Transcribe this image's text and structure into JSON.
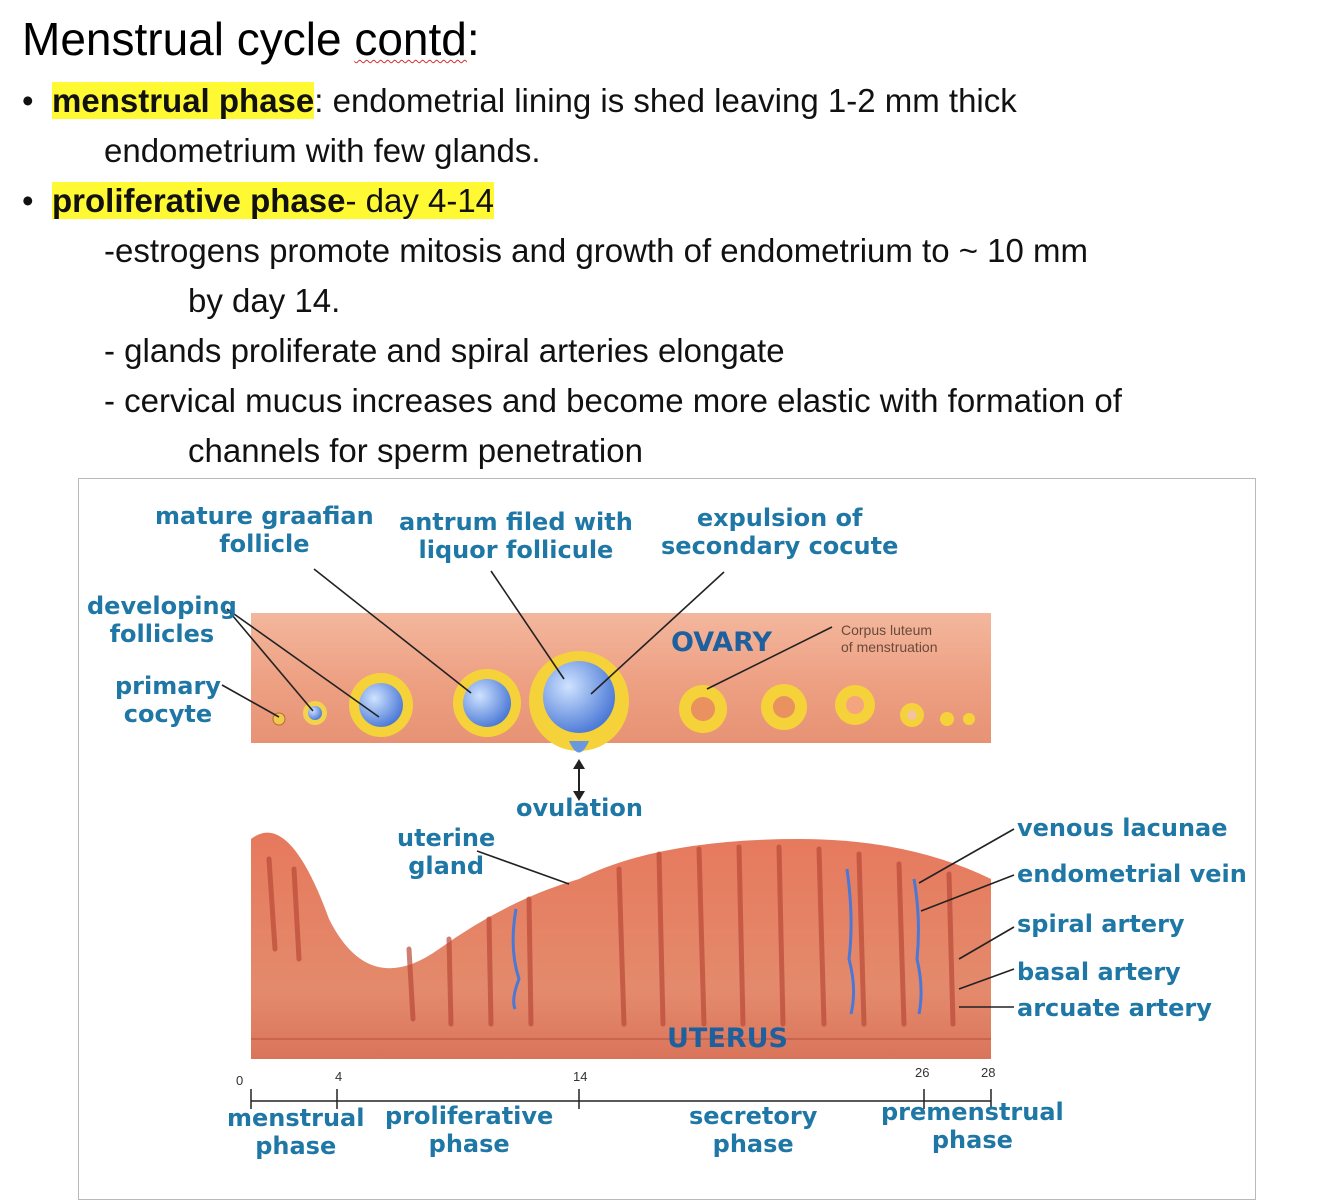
{
  "title": {
    "prefix": "Menstrual cycle ",
    "squiggle_word": "contd",
    "suffix": ":"
  },
  "bullets": [
    {
      "highlight": "menstrual phase",
      "rest": ": endometrial lining is shed leaving 1-2 mm thick",
      "cont": "endometrium with few glands."
    },
    {
      "highlight": "proliferative phase",
      "rest": "- day 4-14"
    }
  ],
  "sub_lines": [
    "-estrogens promote mitosis and growth of endometrium to ~ 10 mm",
    "by day 14.",
    "- glands proliferate and spiral arteries elongate",
    "- cervical mucus increases and become more elastic with formation of",
    "channels for sperm penetration"
  ],
  "figure": {
    "labels": {
      "mature_graafian": [
        "mature graafian",
        "follicle"
      ],
      "antrum": [
        "antrum filed with",
        "liquor follicule"
      ],
      "expulsion": [
        "expulsion of",
        "secondary cocute"
      ],
      "developing": [
        "developing",
        "follicles"
      ],
      "primary": [
        "primary",
        "cocyte"
      ],
      "ovulation": "ovulation",
      "uterine_gland": [
        "uterine",
        "gland"
      ],
      "venous_lacunae": "venous lacunae",
      "endometrial_vein": "endometrial vein",
      "spiral_artery": "spiral artery",
      "basal_artery": "basal artery",
      "arcuate_artery": "arcuate artery"
    },
    "ovary_label": "OVARY",
    "uterus_label": "UTERUS",
    "corpus_luteum": [
      "Corpus luteum",
      "of menstruation"
    ],
    "ticks": [
      "0",
      "4",
      "14",
      "26",
      "28"
    ],
    "phases": [
      [
        "menstrual",
        "phase"
      ],
      [
        "proliferative",
        "phase"
      ],
      [
        "secretory",
        "phase"
      ],
      [
        "premenstrual",
        "phase"
      ]
    ],
    "colors": {
      "label_blue": "#1f77a6",
      "tissue": "#e8876a",
      "follicle_yellow": "#f5d23a",
      "highlight": "#fff933"
    }
  }
}
